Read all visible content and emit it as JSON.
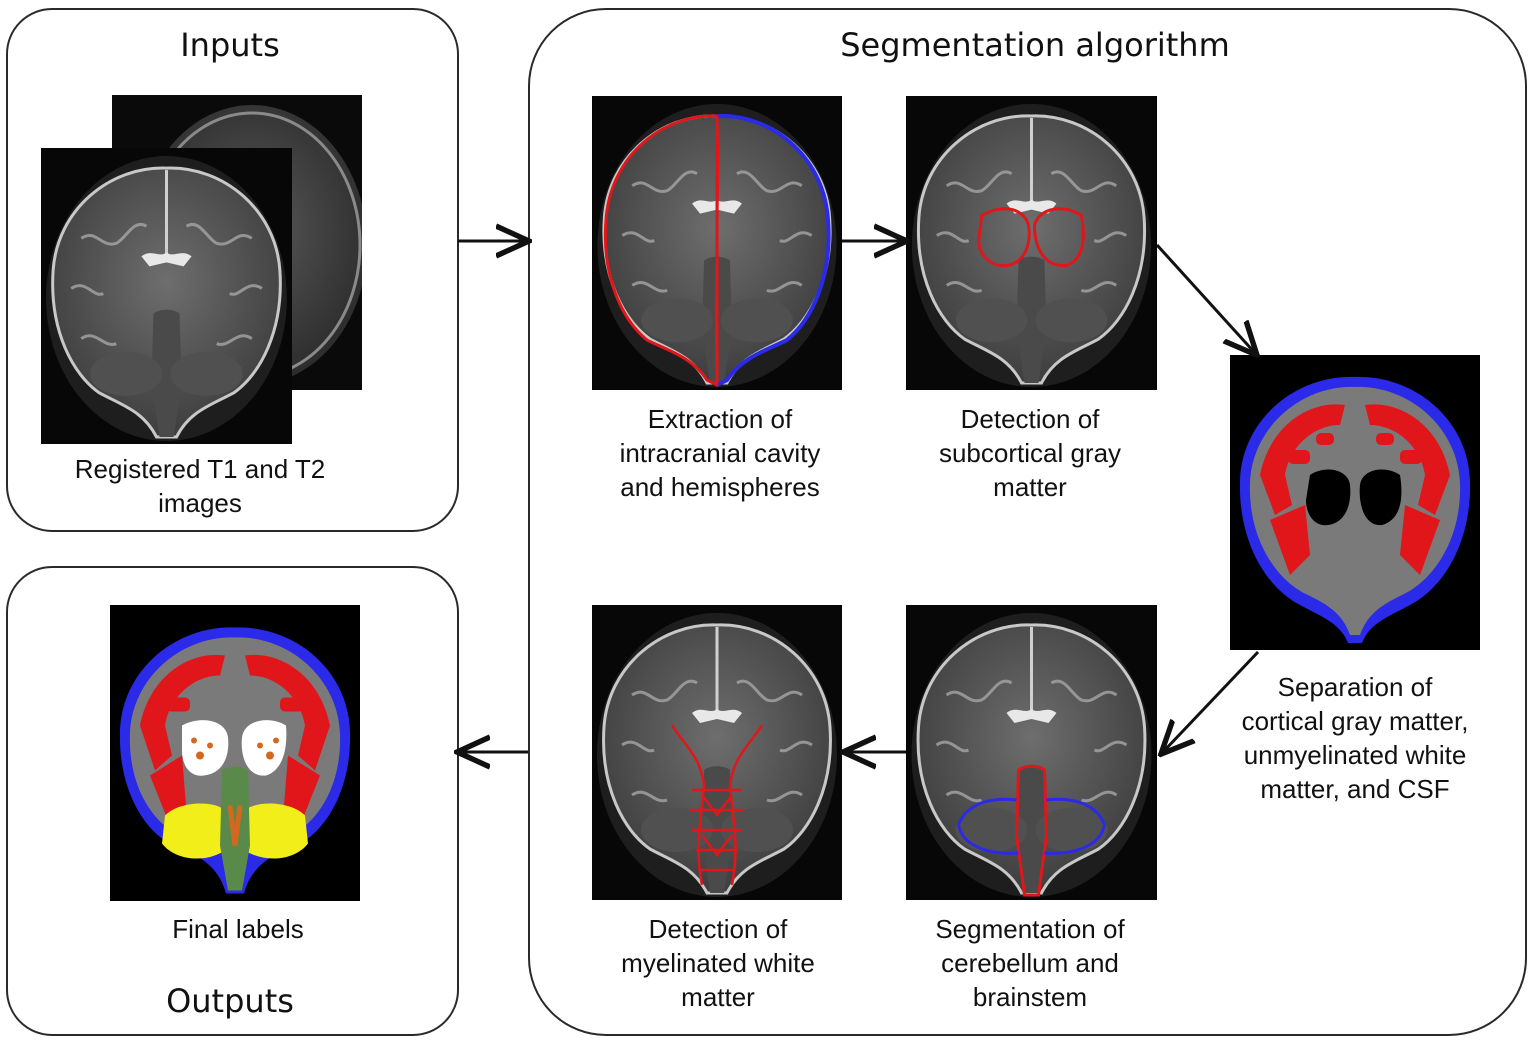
{
  "inputs": {
    "title": "Inputs",
    "caption": "Registered T1 and T2\nimages"
  },
  "outputs": {
    "title": "Outputs",
    "caption": "Final labels"
  },
  "algorithm": {
    "title": "Segmentation algorithm",
    "steps": [
      {
        "caption": "Extraction of\nintracranial cavity\nand hemispheres"
      },
      {
        "caption": "Detection of\nsubcortical gray\nmatter"
      },
      {
        "caption": "Separation of\ncortical gray matter,\nunmyelinated white\nmatter, and CSF"
      },
      {
        "caption": "Segmentation of\ncerebellum and\nbrainstem"
      },
      {
        "caption": "Detection of\nmyelinated white\nmatter"
      }
    ]
  },
  "colors": {
    "contour_red": "#e0161a",
    "contour_blue": "#2a2ae8",
    "label_gray": "#7a7a7a",
    "label_yellow": "#f2ee1a",
    "label_green": "#5a8a4a",
    "label_orange": "#d2691e"
  }
}
